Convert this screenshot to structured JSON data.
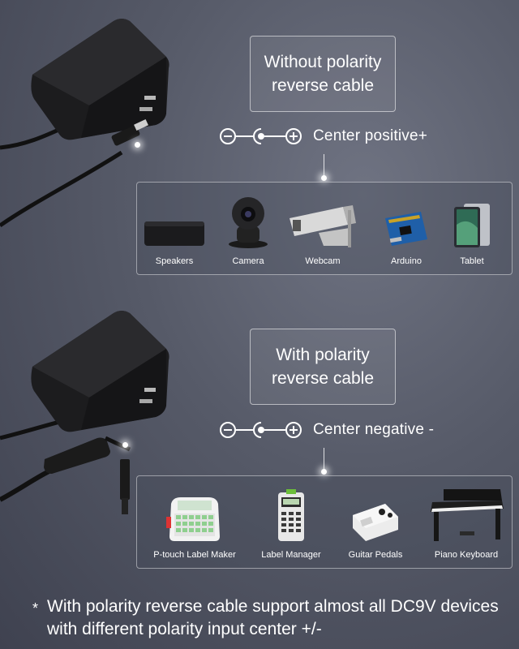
{
  "section_without": {
    "title_line1": "Without polarity",
    "title_line2": "reverse cable",
    "polarity_label": "Center positive+",
    "devices": [
      {
        "label": "Speakers",
        "icon": "speaker-icon"
      },
      {
        "label": "Camera",
        "icon": "camera-icon"
      },
      {
        "label": "Webcam",
        "icon": "webcam-icon"
      },
      {
        "label": "Arduino",
        "icon": "arduino-icon"
      },
      {
        "label": "Tablet",
        "icon": "tablet-icon"
      }
    ]
  },
  "section_with": {
    "title_line1": "With polarity",
    "title_line2": "reverse cable",
    "polarity_label": "Center negative -",
    "devices": [
      {
        "label": "P-touch Label Maker",
        "icon": "label-maker-icon"
      },
      {
        "label": "Label Manager",
        "icon": "label-manager-icon"
      },
      {
        "label": "Guitar Pedals",
        "icon": "guitar-pedal-icon"
      },
      {
        "label": "Piano Keyboard",
        "icon": "piano-icon"
      }
    ]
  },
  "footnote": {
    "star": "*",
    "text": "With polarity reverse cable support almost all DC9V devices with different polarity input center +/-"
  },
  "colors": {
    "background": "#565a68",
    "adapter": "#1e1e20",
    "text": "#ffffff"
  }
}
